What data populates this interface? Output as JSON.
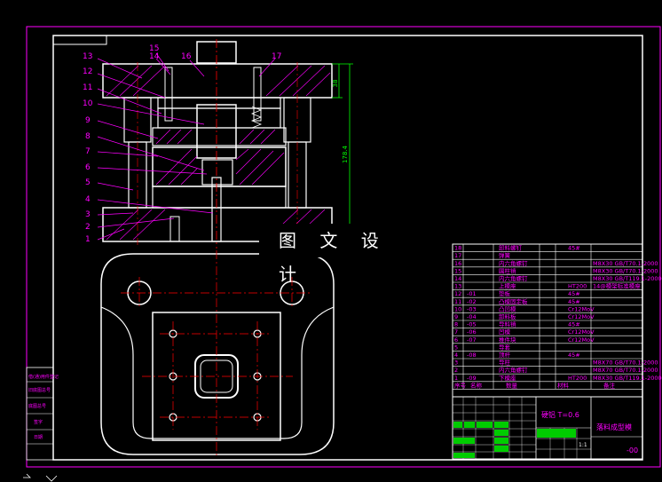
{
  "watermark": "图 文 设 计",
  "callouts": [
    "1",
    "2",
    "3",
    "4",
    "5",
    "6",
    "7",
    "8",
    "9",
    "10",
    "11",
    "12",
    "13",
    "14",
    "15",
    "16",
    "17"
  ],
  "dimensions": [
    "38",
    "178.4"
  ],
  "title_block": {
    "material": "硬铝  T=0.6",
    "part_name": "落料成型模",
    "drawing_no": "-00",
    "scale": "1:1"
  },
  "bom_rows": [
    {
      "no": "18",
      "name": "卸料螺钉",
      "qty": "",
      "mat": "45#",
      "std": ""
    },
    {
      "no": "17",
      "name": "弹簧",
      "qty": "",
      "mat": "",
      "std": ""
    },
    {
      "no": "16",
      "name": "内六角螺钉",
      "qty": "",
      "mat": "",
      "std": "M8X30 GB/T70.1-2000"
    },
    {
      "no": "15",
      "name": "圆柱销",
      "qty": "",
      "mat": "",
      "std": "M8X30 GB/T70.1-2000"
    },
    {
      "no": "14",
      "name": "内六角螺钉",
      "qty": "",
      "mat": "",
      "std": "M8X30 GB/T119.1-2000"
    },
    {
      "no": "13",
      "name": "上模座",
      "qty": "",
      "mat": "HT200",
      "std": "14@模架标准模座"
    },
    {
      "no": "12",
      "name": "垫板",
      "qty": "-01",
      "mat": "45#",
      "std": ""
    },
    {
      "no": "11",
      "name": "凸模固定板",
      "qty": "-02",
      "mat": "45#",
      "std": ""
    },
    {
      "no": "10",
      "name": "凸凹模",
      "qty": "-03",
      "mat": "Cr12MoV",
      "std": ""
    },
    {
      "no": "9",
      "name": "卸料板",
      "qty": "-04",
      "mat": "Cr12MoV",
      "std": ""
    },
    {
      "no": "8",
      "name": "导料销",
      "qty": "-05",
      "mat": "45#",
      "std": ""
    },
    {
      "no": "7",
      "name": "凹模",
      "qty": "-06",
      "mat": "Cr12MoV",
      "std": ""
    },
    {
      "no": "6",
      "name": "推件块",
      "qty": "-07",
      "mat": "Cr12MoV",
      "std": ""
    },
    {
      "no": "5",
      "name": "导套",
      "qty": "",
      "mat": "",
      "std": ""
    },
    {
      "no": "4",
      "name": "顶杆",
      "qty": "-08",
      "mat": "45#",
      "std": ""
    },
    {
      "no": "3",
      "name": "导柱",
      "qty": "",
      "mat": "",
      "std": "M8X70 GB/T70.1-2000"
    },
    {
      "no": "2",
      "name": "内六角螺钉",
      "qty": "",
      "mat": "",
      "std": "M8X70 GB/T70.1-2000"
    },
    {
      "no": "1",
      "name": "下模座",
      "qty": "-09",
      "mat": "HT200",
      "std": "M8X30 GB/T119.1-2000 / 14@模架标准模座"
    }
  ],
  "bom_header": [
    "序号",
    "名称",
    "数量",
    "材料",
    "备注"
  ],
  "sidebar_labels": [
    "借(通)用件登记",
    "旧底图总号",
    "底图总号",
    "签字",
    "日期"
  ],
  "colors": {
    "frame": "#ff00ff",
    "outline": "#ffffff",
    "center": "#ff0000",
    "dim": "#00ff00",
    "hatch": "#ff00ff",
    "table_text": "#ff00ff",
    "green_fill": "#00cc00"
  }
}
